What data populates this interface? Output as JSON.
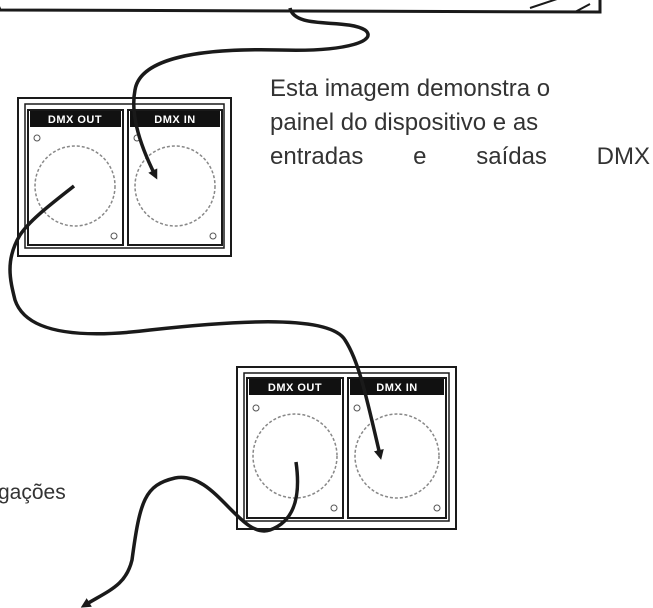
{
  "caption": {
    "line1": "Esta imagem demonstra o",
    "line2": "painel do dispositivo e as",
    "line3": "entradas e saídas DMX"
  },
  "panel1": {
    "out_label": "DMX OUT",
    "in_label": "DMX IN"
  },
  "panel2": {
    "out_label": "DMX OUT",
    "in_label": "DMX IN"
  },
  "cut_text": "gações",
  "colors": {
    "ink": "#1a1a1a",
    "text": "#333333",
    "background": "#ffffff"
  }
}
